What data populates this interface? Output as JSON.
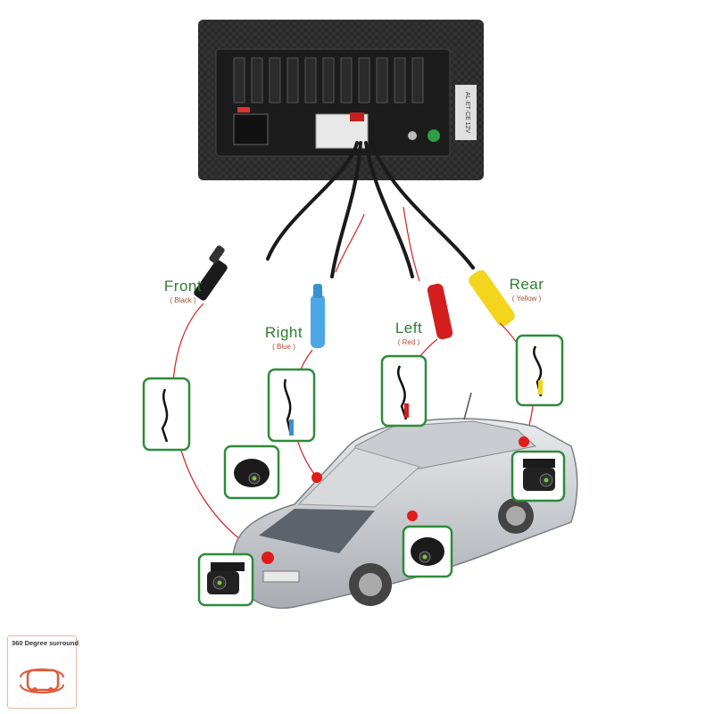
{
  "labels": {
    "front": {
      "name": "Front",
      "color": "Black"
    },
    "right": {
      "name": "Right",
      "color": "Blue"
    },
    "left": {
      "name": "Left",
      "color": "Red"
    },
    "rear": {
      "name": "Rear",
      "color": "Yellow"
    }
  },
  "badge": {
    "title": "360 Degree surround",
    "icon": "car-surround-icon"
  },
  "unit_panel": {
    "label_right": "AL·ET·CE 12V"
  },
  "colors": {
    "frame": "#2e8b3a",
    "wire": "#d42020",
    "plug_black": "#1a1a1a",
    "plug_blue": "#4da6e8",
    "plug_red": "#d41e1e",
    "plug_yellow": "#f2d51c",
    "badge_accent": "#e05a3a"
  }
}
